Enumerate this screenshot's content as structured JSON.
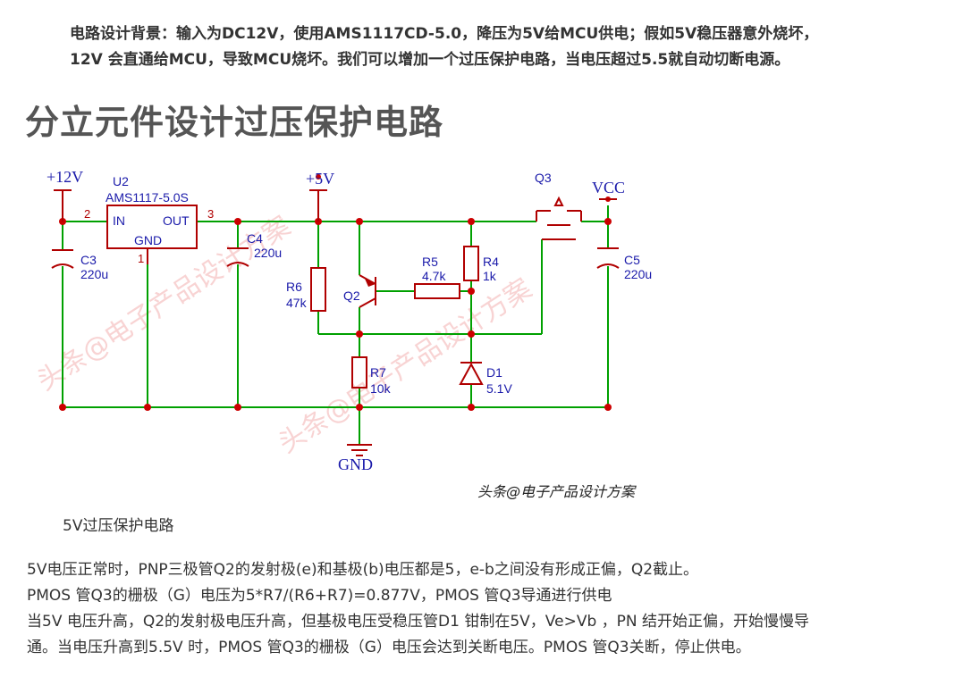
{
  "intro": {
    "line1": "电路设计背景：输入为DC12V，使用AMS1117CD-5.0，降压为5V给MCU供电；假如5V稳压器意外烧坏，",
    "line2": "12V 会直通给MCU，导致MCU烧坏。我们可以增加一个过压保护电路，当电压超过5.5就自动切断电源。"
  },
  "heading": "分立元件设计过压保护电路",
  "schematic": {
    "labels": {
      "v12": "+12V",
      "v5": "+5V",
      "vcc": "VCC",
      "gnd": "GND",
      "u2": "U2",
      "u2_part": "AMS1117-5.0S",
      "u2_in": "IN",
      "u2_out": "OUT",
      "u2_gnd": "GND",
      "pin2": "2",
      "pin3": "3",
      "pin1": "1",
      "c3": "C3",
      "c3_val": "220u",
      "c4": "C4",
      "c4_val": "220u",
      "c5": "C5",
      "c5_val": "220u",
      "r6": "R6",
      "r6_val": "47k",
      "q2": "Q2",
      "r5": "R5",
      "r5_val": "4.7k",
      "r4": "R4",
      "r4_val": "1k",
      "q3": "Q3",
      "r7": "R7",
      "r7_val": "10k",
      "d1": "D1",
      "d1_val": "5.1V"
    },
    "watermark": "头条@电子产品设计方案",
    "credit": "头条@电子产品设计方案",
    "colors": {
      "wire": "#00a000",
      "node": "#cc0000",
      "part": "#b00000",
      "label": "#1a1aaa"
    }
  },
  "caption": "5V过压保护电路",
  "body": {
    "p1": "5V电压正常时，PNP三极管Q2的发射极(e)和基极(b)电压都是5，e-b之间没有形成正偏，Q2截止。",
    "p2": "PMOS 管Q3的栅极（G）电压为5*R7/(R6+R7)=0.877V，PMOS 管Q3导通进行供电",
    "p3": "当5V 电压升高，Q2的发射极电压升高，但基极电压受稳压管D1 钳制在5V，Ve>Vb ，PN 结开始正偏，开始慢慢导",
    "p4": "通。当电压升高到5.5V 时，PMOS 管Q3的栅极（G）电压会达到关断电压。PMOS 管Q3关断，停止供电。"
  }
}
